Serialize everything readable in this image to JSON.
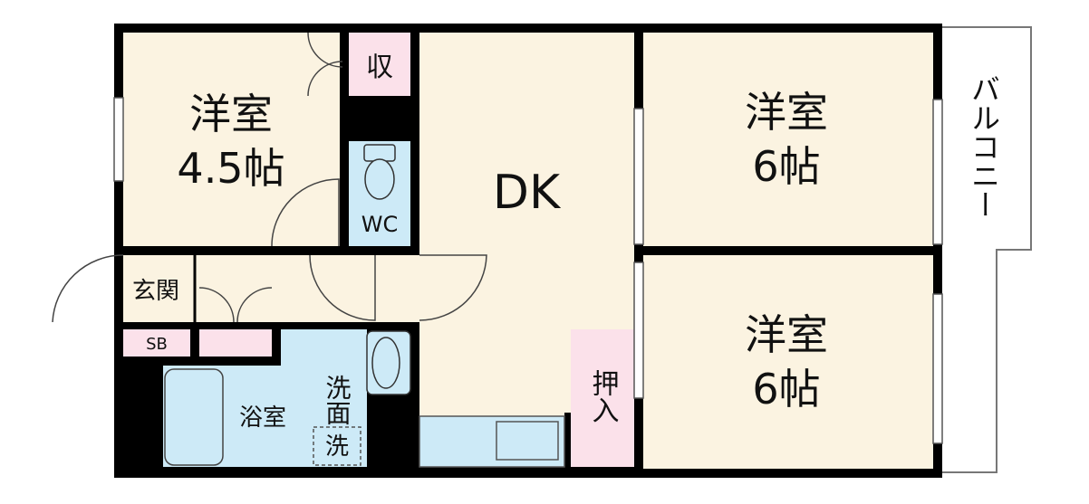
{
  "rooms": {
    "western_1": {
      "name": "洋室",
      "size": "4.5帖"
    },
    "dk": {
      "name": "DK"
    },
    "western_2": {
      "name": "洋室",
      "size": "6帖"
    },
    "western_3": {
      "name": "洋室",
      "size": "6帖"
    },
    "storage": "収",
    "wc": "WC",
    "entrance": "玄関",
    "shoe_box": "SB",
    "bath": "浴室",
    "washroom": "洗面",
    "washer": "洗",
    "closet": "押入",
    "balcony": "バルコニー"
  },
  "colors": {
    "room": "#fbf3e1",
    "wet_area": "#cdeaf7",
    "storage": "#fbe1ea",
    "wall": "#000000",
    "balcony": "#ffffff"
  }
}
